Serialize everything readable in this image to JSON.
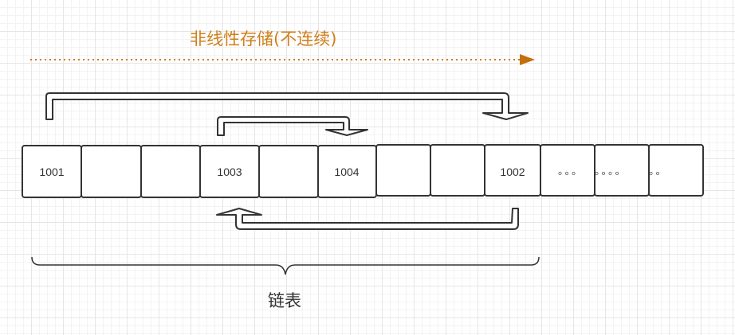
{
  "title": "非线性存储(不连续)",
  "colors": {
    "accent": "#d07e1a",
    "stroke": "#333333"
  },
  "cells": [
    {
      "label": "1001"
    },
    {
      "label": ""
    },
    {
      "label": ""
    },
    {
      "label": "1003"
    },
    {
      "label": ""
    },
    {
      "label": "1004"
    },
    {
      "label": ""
    },
    {
      "label": ""
    },
    {
      "label": "1002"
    },
    {
      "label": "。。。"
    },
    {
      "label": "。。。。"
    },
    {
      "label": "。。"
    }
  ],
  "brace_label": "链表"
}
